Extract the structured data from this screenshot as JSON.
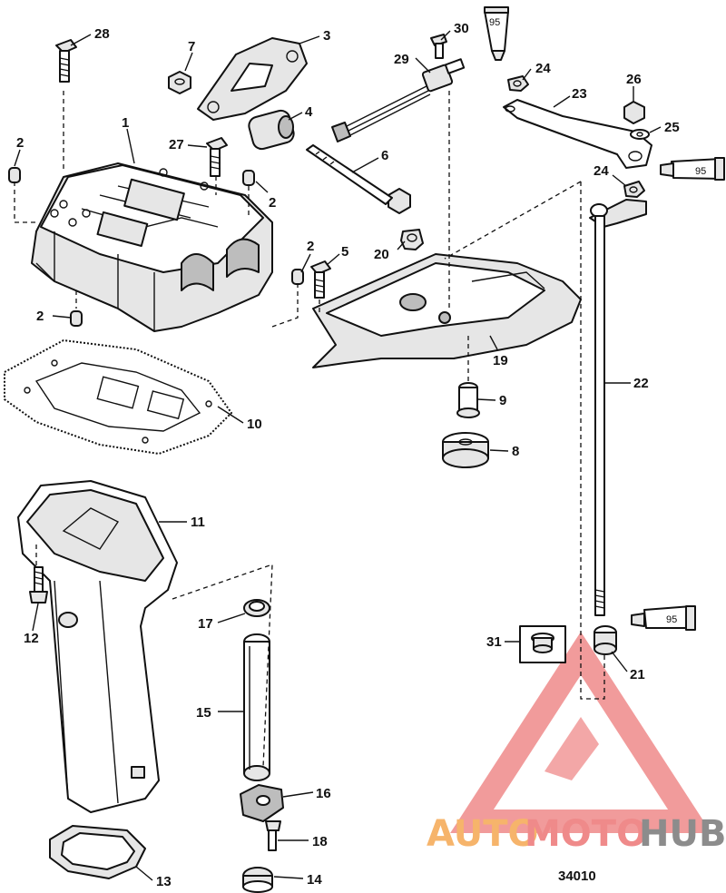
{
  "figure_number": "34010",
  "callouts": {
    "c1": "1",
    "c2a": "2",
    "c2b": "2",
    "c2c": "2",
    "c2d": "2",
    "c3": "3",
    "c4": "4",
    "c5": "5",
    "c6": "6",
    "c7": "7",
    "c8": "8",
    "c9": "9",
    "c10": "10",
    "c11": "11",
    "c12": "12",
    "c13": "13",
    "c14": "14",
    "c15": "15",
    "c16": "16",
    "c17": "17",
    "c18": "18",
    "c19": "19",
    "c20": "20",
    "c21": "21",
    "c22": "22",
    "c23": "23",
    "c24a": "24",
    "c24b": "24",
    "c25": "25",
    "c26": "26",
    "c27": "27",
    "c28": "28",
    "c29": "29",
    "c30": "30",
    "c31": "31"
  },
  "lubricant_tubes": {
    "t1": "95",
    "t2": "95",
    "t3": "95"
  },
  "watermark": {
    "part1": "AUTO",
    "part2": "MOTO",
    "part3": "HUB"
  },
  "colors": {
    "watermark_orange": "#f6b46b",
    "watermark_red": "#ef8a8a",
    "watermark_gray": "#8c8c8c"
  }
}
